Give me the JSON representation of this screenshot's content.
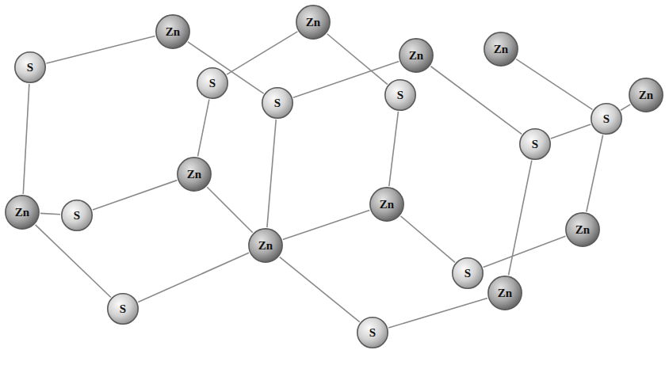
{
  "diagram": {
    "nodes": [
      {
        "text": [
          "S"
        ]
      },
      {
        "text": [
          "Zn"
        ]
      },
      {
        "text": [
          "Zn"
        ]
      },
      {
        "text": [
          "S"
        ]
      },
      {
        "text": [
          "S"
        ]
      },
      {
        "text": [
          "Zn"
        ]
      },
      {
        "text": [
          "S"
        ]
      },
      {
        "text": [
          "Zn"
        ]
      },
      {
        "text": [
          "Zn"
        ]
      },
      {
        "text": [
          "S"
        ]
      },
      {
        "text": [
          "S"
        ]
      },
      {
        "text": [
          "Zn"
        ]
      },
      {
        "text": [
          "Zn"
        ]
      },
      {
        "text": [
          "S"
        ]
      },
      {
        "text": [
          "Zn"
        ]
      },
      {
        "text": [
          "Zn"
        ]
      },
      {
        "text": [
          "Zn"
        ]
      },
      {
        "text": [
          "S"
        ]
      },
      {
        "text": [
          "S"
        ]
      },
      {
        "text": [
          "Zn"
        ]
      },
      {
        "text": [
          "S"
        ]
      }
    ],
    "edges": [
      {
        "from": 0,
        "to": 1,
        "arrow": "none"
      },
      {
        "from": 0,
        "to": 12,
        "arrow": "none"
      },
      {
        "from": 1,
        "to": 4,
        "arrow": "none"
      },
      {
        "from": 3,
        "to": 2,
        "arrow": "none"
      },
      {
        "from": 3,
        "to": 11,
        "arrow": "none"
      },
      {
        "from": 2,
        "to": 6,
        "arrow": "none"
      },
      {
        "from": 4,
        "to": 5,
        "arrow": "none"
      },
      {
        "from": 4,
        "to": 15,
        "arrow": "none"
      },
      {
        "from": 5,
        "to": 10,
        "arrow": "none"
      },
      {
        "from": 6,
        "to": 14,
        "arrow": "none"
      },
      {
        "from": 7,
        "to": 9,
        "arrow": "none"
      },
      {
        "from": 10,
        "to": 9,
        "arrow": "none"
      },
      {
        "from": 9,
        "to": 8,
        "arrow": "none"
      },
      {
        "from": 10,
        "to": 19,
        "arrow": "none"
      },
      {
        "from": 9,
        "to": 16,
        "arrow": "none"
      },
      {
        "from": 16,
        "to": 18,
        "arrow": "none"
      },
      {
        "from": 11,
        "to": 13,
        "arrow": "none"
      },
      {
        "from": 11,
        "to": 15,
        "arrow": "none"
      },
      {
        "from": 12,
        "to": 13,
        "arrow": "none"
      },
      {
        "from": 12,
        "to": 17,
        "arrow": "none"
      },
      {
        "from": 17,
        "to": 15,
        "arrow": "none"
      },
      {
        "from": 15,
        "to": 20,
        "arrow": "none"
      },
      {
        "from": 14,
        "to": 15,
        "arrow": "none"
      },
      {
        "from": 14,
        "to": 18,
        "arrow": "none"
      },
      {
        "from": 19,
        "to": 20,
        "arrow": "none"
      }
    ]
  }
}
